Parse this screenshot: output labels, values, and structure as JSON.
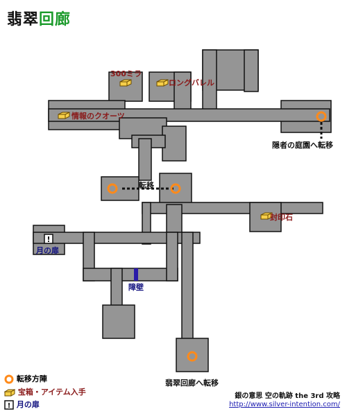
{
  "title": {
    "part1": "翡翠",
    "part2": "回廊"
  },
  "labels": {
    "mira300": "300ミラ",
    "long_barrel": "ロングバレル",
    "info_quartz": "情報のクオーツ",
    "hermit_warp": "隠者の庭園へ転移",
    "warp": "転移",
    "seal_stone": "封印石",
    "moon_door": "月の扉",
    "barrier": "障壁",
    "jade_warp": "翡翠回廊へ転移"
  },
  "legend": {
    "warp_label": "転移方陣",
    "chest_label": "宝箱・アイテム入手",
    "door_label": "月の扉"
  },
  "credit": {
    "line1": "銀の意思 空の軌跡 the 3rd 攻略",
    "url": "http://www.silver-intention.com/"
  },
  "colors": {
    "floor": "#959595",
    "wall": "#111111",
    "warp": "#ff8a1a",
    "chest": "#f7d04a",
    "barrier": "#2a1aa8"
  }
}
